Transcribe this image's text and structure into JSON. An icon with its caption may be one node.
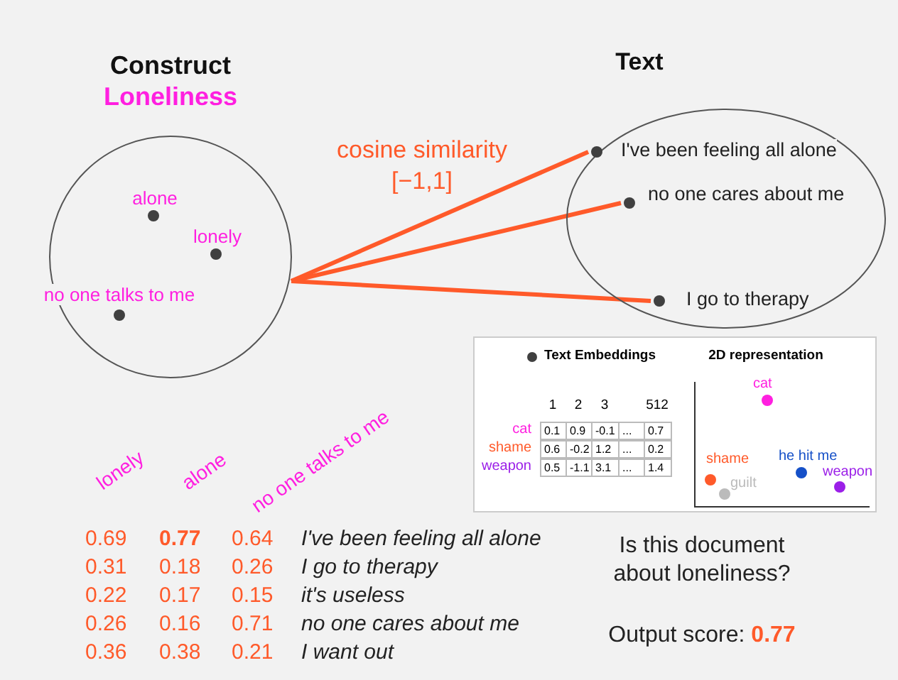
{
  "diagram": {
    "nodes": [
      {
        "text": [
          "Construct",
          "Loneliness"
        ]
      },
      {
        "text": [
          "alone"
        ],
        "in": 0
      },
      {
        "text": [
          "lonely"
        ],
        "in": 0
      },
      {
        "text": [
          "no one talks to me"
        ],
        "in": 0
      },
      {
        "text": [
          "Text"
        ]
      },
      {
        "text": [
          "I've been feeling all alone"
        ],
        "in": 4
      },
      {
        "text": [
          "no one cares about me"
        ],
        "in": 4
      },
      {
        "text": [
          "I go to therapy"
        ],
        "in": 4
      },
      {
        "text": [
          "Text Embeddings",
          "2D representation"
        ]
      }
    ],
    "edges": [
      {
        "from": 0,
        "to": 5,
        "arrow": "none"
      },
      {
        "from": 0,
        "to": 6,
        "arrow": "none"
      },
      {
        "from": 0,
        "to": 7,
        "arrow": "none"
      }
    ],
    "labels": [
      "cosine similarity [−1,1]",
      "1",
      "2",
      "3",
      "512",
      "cat",
      "0.1",
      "0.9",
      "-0.1",
      "...",
      "0.7",
      "shame",
      "0.6",
      "-0.2",
      "1.2",
      "...",
      "0.2",
      "weapon",
      "0.5",
      "-1.1",
      "3.1",
      "...",
      "1.4",
      "cat",
      "shame",
      "he hit me",
      "weapon",
      "guilt",
      "lonely",
      "alone",
      "no one talks to me",
      "0.69",
      "0.77",
      "0.64",
      "I've been feeling all alone",
      "0.31",
      "0.18",
      "0.26",
      "I go to therapy",
      "0.22",
      "0.17",
      "0.15",
      "it's useless",
      "0.26",
      "0.16",
      "0.71",
      "no one cares about me",
      "0.36",
      "0.38",
      "0.21",
      "I want out",
      "Is this document about loneliness?",
      "Output score: **0.77**"
    ]
  }
}
